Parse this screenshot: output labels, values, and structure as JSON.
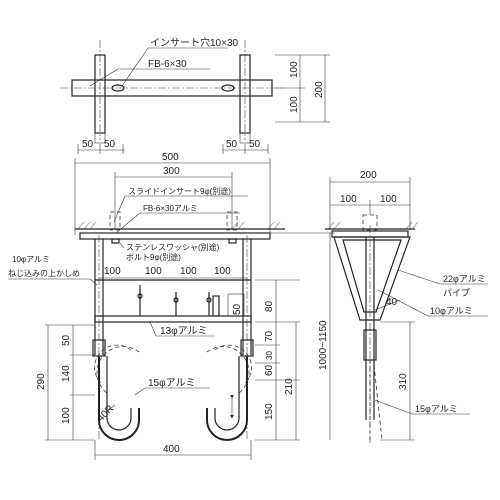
{
  "labels": {
    "insert_hole": "インサート穴10×30",
    "fb_top": "FB-6×30",
    "slide_insert": "スライドインサート9φ(別途)",
    "fb_alumi": "FB-6×30アルミ",
    "stainless_washer": "ステンレスワッシャ(別途)",
    "bolt": "ボルト9φ(別途)",
    "alumi10_line1": "10φアルミ",
    "alumi10_line2": "ねじ込みの上かしめ",
    "alumi13": "13φアルミ",
    "alumi15_front": "15φアルミ",
    "radius": "40R",
    "alumi22_line1": "22φアルミ",
    "alumi22_line2": "パイプ",
    "alumi10_side": "10φアルミ",
    "alumi15_side": "15φアルミ"
  },
  "dims": {
    "top_w50a": "50",
    "top_w50b": "50",
    "top_h100a": "100",
    "top_h100b": "100",
    "top_h200": "200",
    "w500": "500",
    "w300": "300",
    "w100a": "100",
    "w100b": "100",
    "w100c": "100",
    "w100d": "100",
    "h50_small": "50",
    "h80": "80",
    "h70": "70",
    "h60": "60",
    "h30": "30",
    "h150": "150",
    "h210": "210",
    "h1000": "1000~1150",
    "l50": "50",
    "l140": "140",
    "l100": "100",
    "l290": "290",
    "w400": "400",
    "s200": "200",
    "s100a": "100",
    "s100b": "100",
    "s40": "40",
    "s310": "310"
  }
}
